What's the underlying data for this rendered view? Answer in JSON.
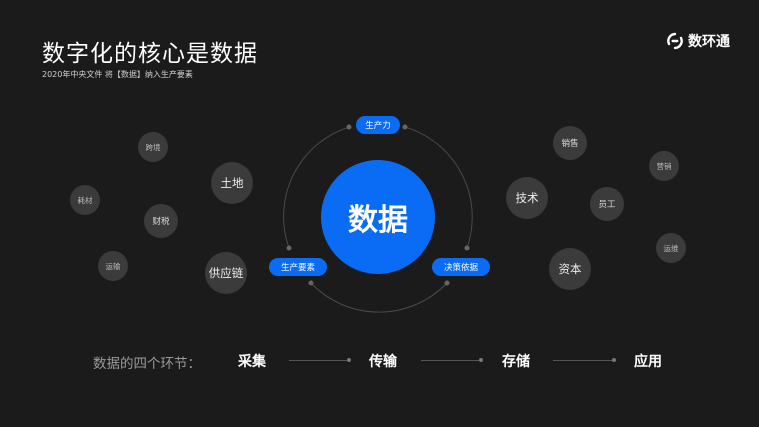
{
  "header": {
    "title": "数字化的核心是数据",
    "subtitle": "2020年中央文件 将【数据】纳入生产要素",
    "logo_text": "数环通"
  },
  "diagram": {
    "core": "数据",
    "pills": [
      "生产力",
      "生产要素",
      "决策依据"
    ],
    "left_bubbles": [
      "跨境",
      "耗材",
      "财税",
      "土地",
      "运输",
      "供应链"
    ],
    "right_bubbles": [
      "销售",
      "营销",
      "技术",
      "员工",
      "运维",
      "资本"
    ]
  },
  "pipeline": {
    "label": "数据的四个环节：",
    "stages": [
      "采集",
      "传输",
      "存储",
      "应用"
    ]
  },
  "colors": {
    "accent": "#0a6cf5",
    "background": "#1b1b1b",
    "bubble": "#3b3b3b"
  }
}
